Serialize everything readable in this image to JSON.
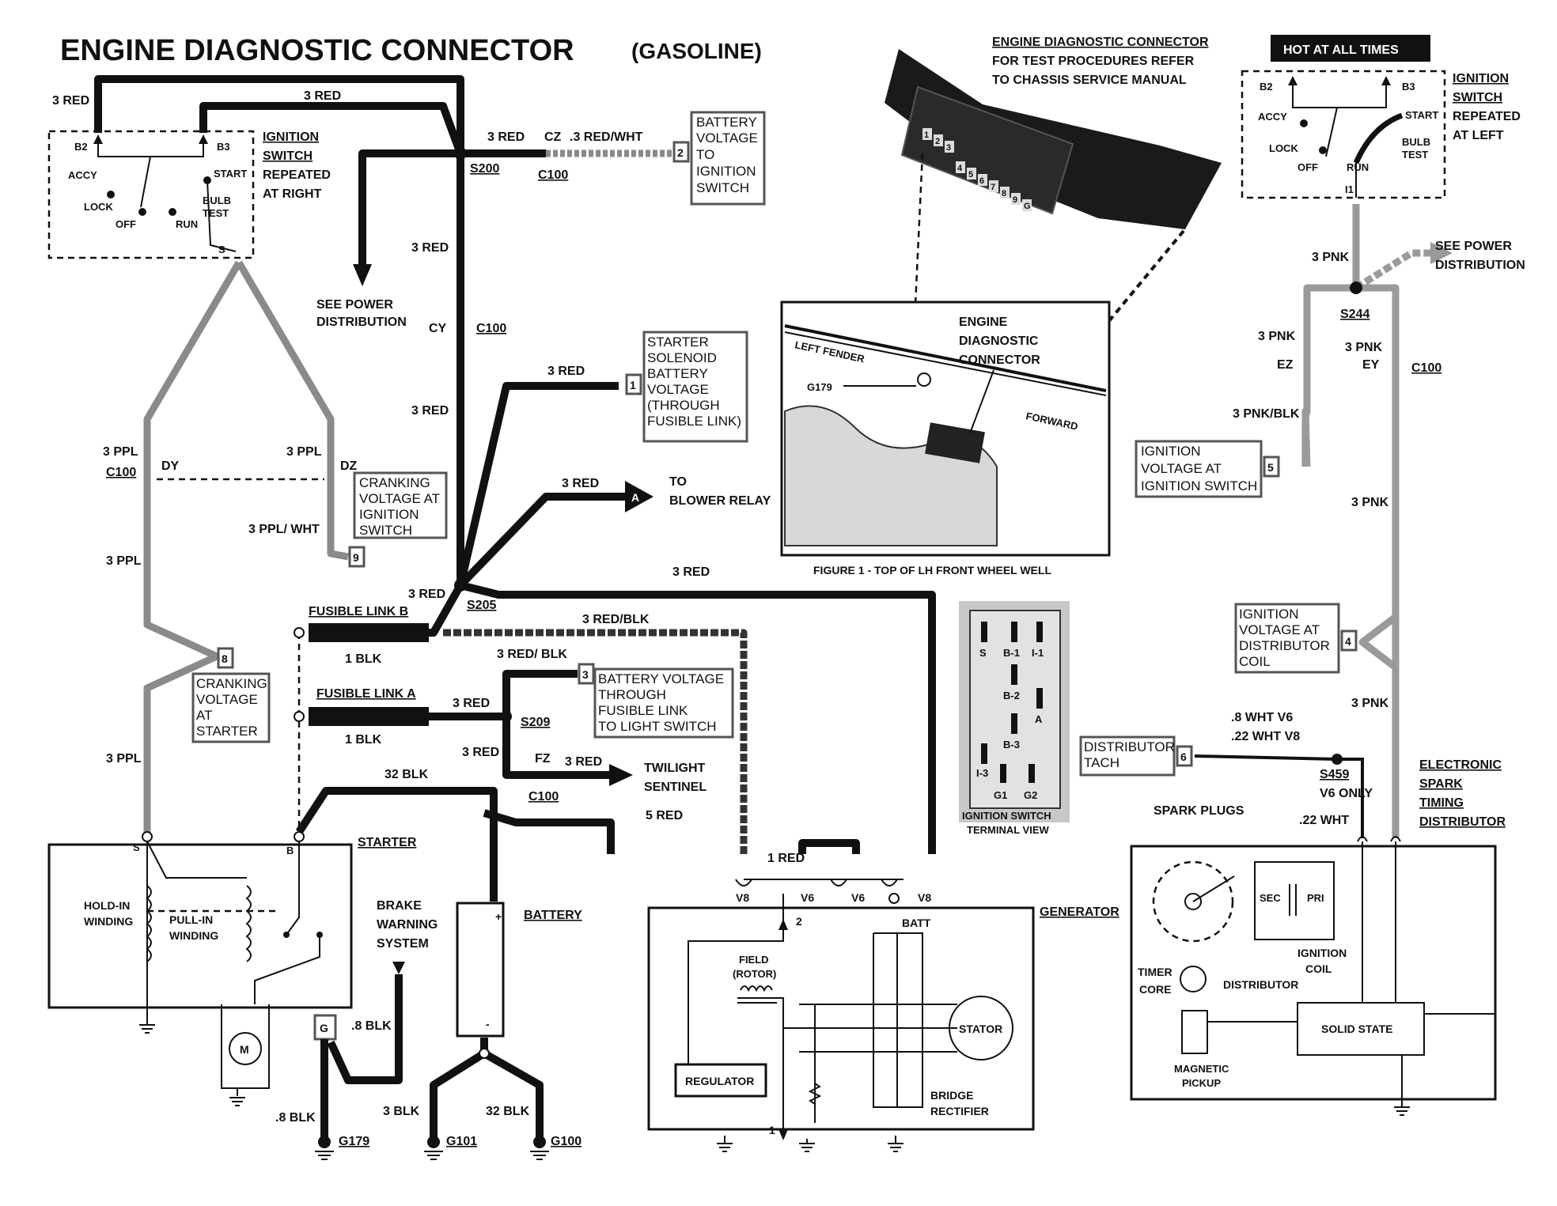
{
  "title": "ENGINE DIAGNOSTIC CONNECTOR",
  "title_suffix": "(GASOLINE)",
  "header": {
    "connector_note_1": "ENGINE DIAGNOSTIC CONNECTOR",
    "connector_note_2": "FOR TEST PROCEDURES REFER",
    "connector_note_3": "TO CHASSIS SERVICE MANUAL",
    "hot_badge": "HOT AT ALL TIMES"
  },
  "ignition_left": {
    "b2": "B2",
    "b3": "B3",
    "accy": "ACCY",
    "lock": "LOCK",
    "off": "OFF",
    "run": "RUN",
    "start": "START",
    "bulb": "BULB",
    "test": "TEST",
    "s": "S",
    "label_1": "IGNITION",
    "label_2": "SWITCH",
    "label_3": "REPEATED",
    "label_4": "AT RIGHT"
  },
  "ignition_right": {
    "b2": "B2",
    "b3": "B3",
    "accy": "ACCY",
    "lock": "LOCK",
    "off": "OFF",
    "run": "RUN",
    "start": "START",
    "bulb": "BULB",
    "test": "TEST",
    "i1": "I1",
    "label_1": "IGNITION",
    "label_2": "SWITCH",
    "label_3": "REPEATED",
    "label_4": "AT LEFT"
  },
  "wires": {
    "w_3red": "3 RED",
    "w_3redwht": ".3 RED/WHT",
    "w_3ppl": "3 PPL",
    "w_3pplwht": "3 PPL/ WHT",
    "w_3redblk": "3 RED/BLK",
    "w_3redblk2": "3 RED/ BLK",
    "w_1blk": "1 BLK",
    "w_32blk": "32 BLK",
    "w_5red": "5 RED",
    "w_1red": "1 RED",
    "w_8blk": ".8 BLK",
    "w_3blk": "3 BLK",
    "w_3pnk": "3 PNK",
    "w_3pnkblk": "3 PNK/BLK",
    "w_8wht_v6": ".8 WHT  V6",
    "w_22wht_v8": ".22 WHT  V8",
    "w_22wht": ".22 WHT"
  },
  "connectors": {
    "cz": "CZ",
    "c100": "C100",
    "cy": "CY",
    "dy": "DY",
    "dz": "DZ",
    "ez": "EZ",
    "ey": "EY",
    "fz": "FZ",
    "s200": "S200",
    "s205": "S205",
    "s209": "S209",
    "s244": "S244",
    "s459": "S459",
    "v6only": "V6 ONLY"
  },
  "labels": {
    "see_power_1": "SEE POWER",
    "see_power_2": "DISTRIBUTION",
    "to_blower_1": "TO",
    "to_blower_2": "BLOWER RELAY",
    "twilight_1": "TWILIGHT",
    "twilight_2": "SENTINEL",
    "fusible_b": "FUSIBLE LINK B",
    "fusible_a": "FUSIBLE LINK A",
    "brake_1": "BRAKE",
    "brake_2": "WARNING",
    "brake_3": "SYSTEM",
    "starter": "STARTER",
    "battery": "BATTERY",
    "generator": "GENERATOR",
    "hold_1": "HOLD-IN",
    "hold_2": "WINDING",
    "pull_1": "PULL-IN",
    "pull_2": "WINDING",
    "s": "S",
    "b": "B",
    "m": "M",
    "plus": "+",
    "minus": "-",
    "g": "G",
    "g179": "G179",
    "g101": "G101",
    "g100": "G100",
    "v8": "V8",
    "v6": "V6",
    "batt": "BATT",
    "two": "2",
    "one": "1",
    "field_1": "FIELD",
    "field_2": "(ROTOR)",
    "regulator": "REGULATOR",
    "stator": "STATOR",
    "bridge_1": "BRIDGE",
    "bridge_2": "RECTIFIER",
    "est_1": "ELECTRONIC",
    "est_2": "SPARK",
    "est_3": "TIMING",
    "est_4": "DISTRIBUTOR",
    "spark_plugs": "SPARK PLUGS",
    "sec": "SEC",
    "pri": "PRI",
    "ign_coil_1": "IGNITION",
    "ign_coil_2": "COIL",
    "timer_1": "TIMER",
    "timer_2": "CORE",
    "distributor": "DISTRIBUTOR",
    "magnetic_1": "MAGNETIC",
    "magnetic_2": "PICKUP",
    "solid_state": "SOLID STATE"
  },
  "callouts": {
    "c2_num": "2",
    "c2_1": "BATTERY",
    "c2_2": "VOLTAGE",
    "c2_3": "TO",
    "c2_4": "IGNITION",
    "c2_5": "SWITCH",
    "c1_num": "1",
    "c1_1": "STARTER",
    "c1_2": "SOLENOID",
    "c1_3": "BATTERY",
    "c1_4": "VOLTAGE",
    "c1_5": "(THROUGH",
    "c1_6": "FUSIBLE LINK)",
    "c9_num": "9",
    "c9_1": "CRANKING",
    "c9_2": "VOLTAGE AT",
    "c9_3": "IGNITION",
    "c9_4": "SWITCH",
    "c8_num": "8",
    "c8_1": "CRANKING",
    "c8_2": "VOLTAGE",
    "c8_3": "AT",
    "c8_4": "STARTER",
    "c3_num": "3",
    "c3_1": "BATTERY VOLTAGE",
    "c3_2": "THROUGH",
    "c3_3": "FUSIBLE LINK",
    "c3_4": "TO LIGHT SWITCH",
    "c5_num": "5",
    "c5_1": "IGNITION",
    "c5_2": "VOLTAGE AT",
    "c5_3": "IGNITION SWITCH",
    "c4_num": "4",
    "c4_1": "IGNITION",
    "c4_2": "VOLTAGE AT",
    "c4_3": "DISTRIBUTOR",
    "c4_4": "COIL",
    "c6_num": "6",
    "c6_1": "DISTRIBUTOR",
    "c6_2": "TACH",
    "ca": "A"
  },
  "figure": {
    "edc_1": "ENGINE",
    "edc_2": "DIAGNOSTIC",
    "edc_3": "CONNECTOR",
    "left_fender": "LEFT FENDER",
    "forward": "FORWARD",
    "g179": "G179",
    "caption": "FIGURE 1 - TOP OF LH FRONT WHEEL WELL"
  },
  "terminal_view": {
    "s": "S",
    "b1": "B-1",
    "i1": "I-1",
    "b2": "B-2",
    "a": "A",
    "b3": "B-3",
    "i3": "I-3",
    "g1": "G1",
    "g2": "G2",
    "cap_1": "IGNITION SWITCH",
    "cap_2": "TERMINAL VIEW"
  },
  "connector_pins": [
    "1",
    "2",
    "3",
    "4",
    "5",
    "6",
    "7",
    "8",
    "9",
    "G"
  ]
}
